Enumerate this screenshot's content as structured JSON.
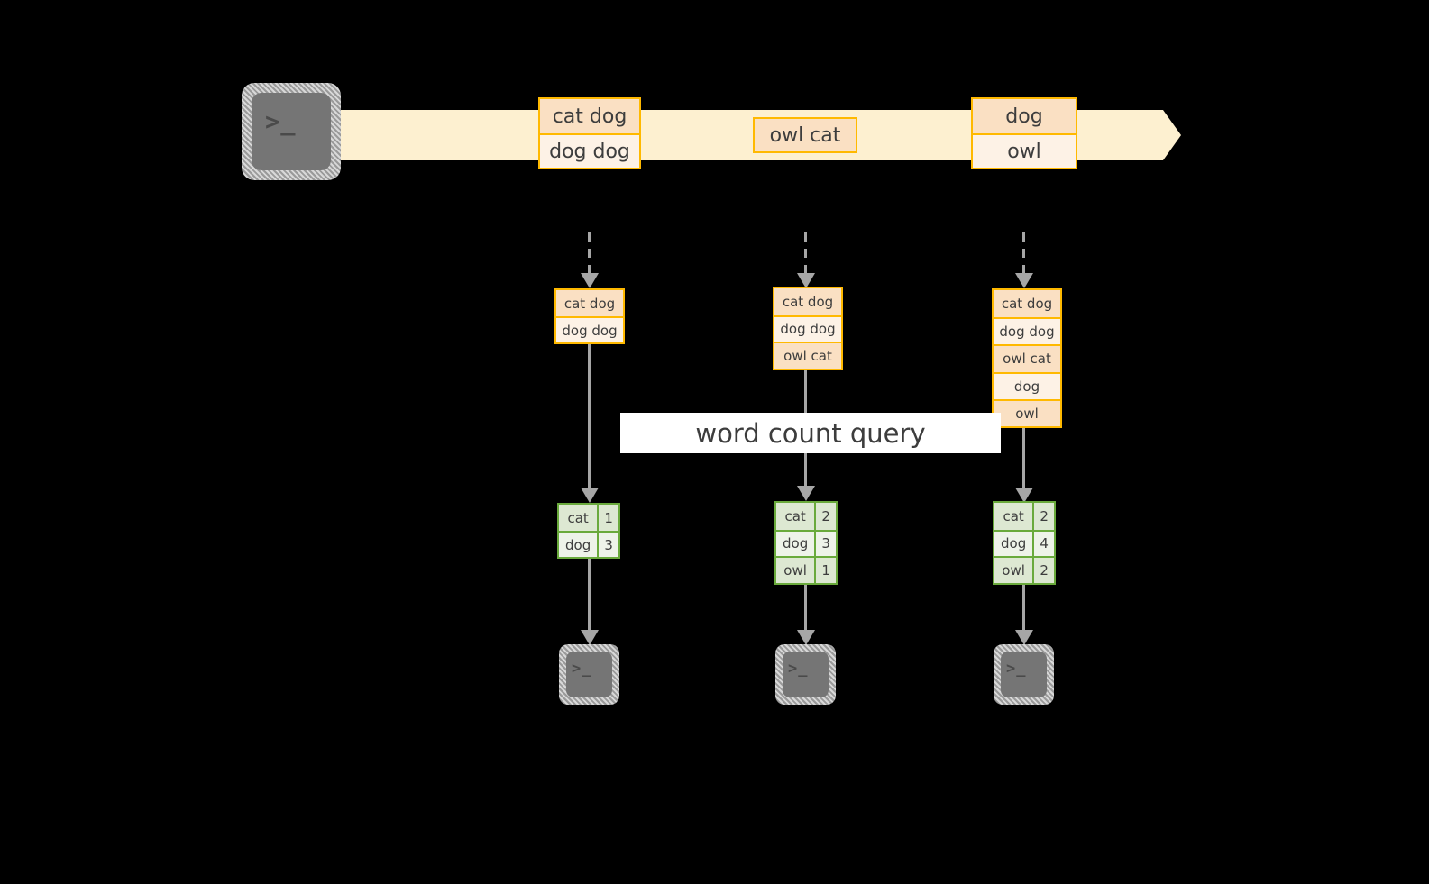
{
  "diagram": {
    "title_label": "word count query",
    "colors": {
      "background": "#000000",
      "stream_arrow": "#fdf0d0",
      "message_border": "#ffb900",
      "message_fill_dark": "#fae0c3",
      "message_fill_light": "#fdf2e6",
      "result_border": "#6aaa3c",
      "result_fill_dark": "#dde8d2",
      "result_fill_light": "#eef3e9",
      "connector": "#a6a6a6",
      "terminal_face": "#757575"
    },
    "producer": {
      "icon": "terminal-icon",
      "prompt_glyph": ">_"
    },
    "stream": {
      "groups": [
        {
          "messages": [
            "cat dog",
            "dog dog"
          ]
        },
        {
          "messages": [
            "owl cat"
          ]
        },
        {
          "messages": [
            "dog",
            "owl"
          ]
        }
      ]
    },
    "columns": [
      {
        "state_messages": [
          "cat dog",
          "dog dog"
        ],
        "result": {
          "rows": [
            {
              "word": "cat",
              "count": "1"
            },
            {
              "word": "dog",
              "count": "3"
            }
          ]
        },
        "consumer": {
          "icon": "terminal-icon",
          "prompt_glyph": ">_"
        }
      },
      {
        "state_messages": [
          "cat dog",
          "dog dog",
          "owl cat"
        ],
        "result": {
          "rows": [
            {
              "word": "cat",
              "count": "2"
            },
            {
              "word": "dog",
              "count": "3"
            },
            {
              "word": "owl",
              "count": "1"
            }
          ]
        },
        "consumer": {
          "icon": "terminal-icon",
          "prompt_glyph": ">_"
        }
      },
      {
        "state_messages": [
          "cat dog",
          "dog dog",
          "owl cat",
          "dog",
          "owl"
        ],
        "result": {
          "rows": [
            {
              "word": "cat",
              "count": "2"
            },
            {
              "word": "dog",
              "count": "4"
            },
            {
              "word": "owl",
              "count": "2"
            }
          ]
        },
        "consumer": {
          "icon": "terminal-icon",
          "prompt_glyph": ">_"
        }
      }
    ]
  }
}
